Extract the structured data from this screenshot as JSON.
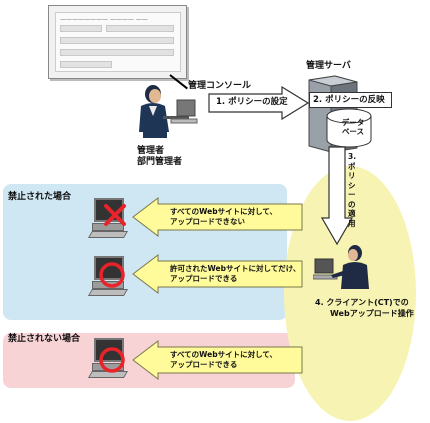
{
  "console": {
    "label": "管理コンソール"
  },
  "server": {
    "label": "管理サーバ",
    "database": "データベース"
  },
  "admin": {
    "label_line1": "管理者",
    "label_line2": "部門管理者"
  },
  "steps": {
    "step1": "1. ポリシーの設定",
    "step2": "2. ポリシーの反映",
    "step3": "3. ポリシーの適用",
    "step4_line1": "4. クライアント(CT)での",
    "step4_line2": "Webアップロード操作"
  },
  "sections": {
    "prohibited": "禁止された場合",
    "not_prohibited": "禁止されない場合"
  },
  "callouts": [
    {
      "line1": "すべてのWebサイトに対して、",
      "line2": "アップロードできない"
    },
    {
      "line1": "許可されたWebサイトに対してだけ、",
      "line2": "アップロードできる"
    },
    {
      "line1": "すべてのWebサイトに対して、",
      "line2": "アップロードできる"
    }
  ],
  "colors": {
    "blue_panel": "#cfe6f3",
    "pink_panel": "#f8d3d6",
    "client_ellipse": "#f7f4b3",
    "callout_fill": "#fffb9a",
    "deny_mark": "#e8232a",
    "allow_mark": "#e8232a"
  },
  "icons": [
    "screenshot-dialog",
    "admin-person-icon",
    "server-icon",
    "client-person-icon",
    "monitor-icon",
    "cross-icon",
    "circle-icon"
  ]
}
